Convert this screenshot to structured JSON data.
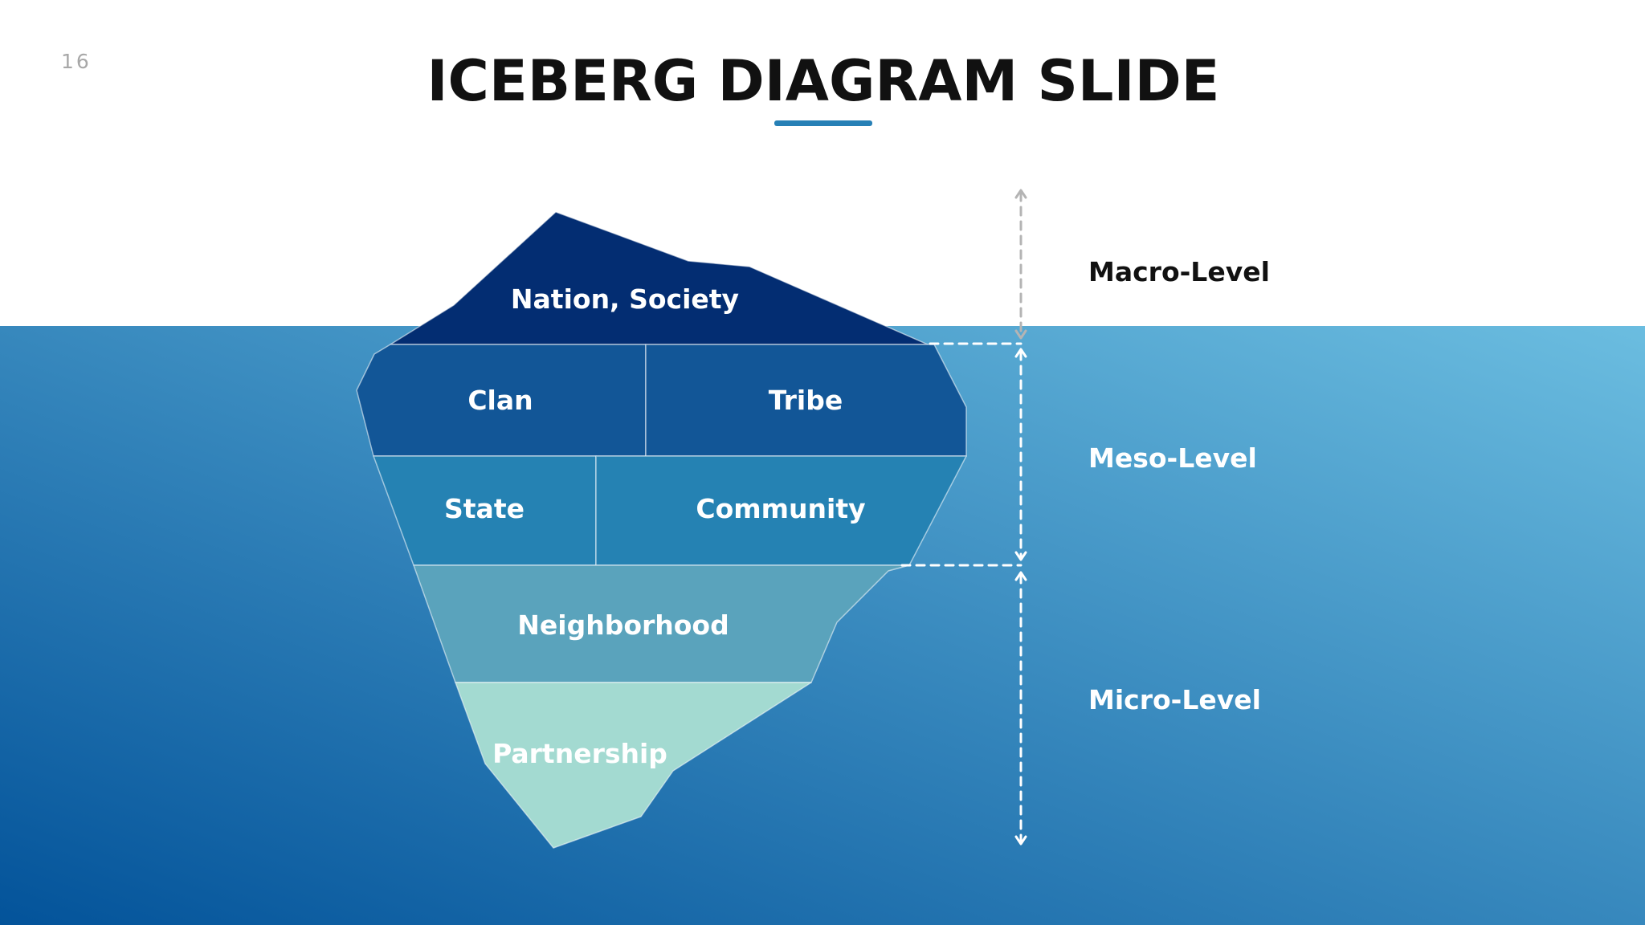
{
  "slide": {
    "page_number": "16",
    "title": "ICEBERG DIAGRAM SLIDE"
  },
  "iceberg": {
    "segments": [
      {
        "id": "nation",
        "label": "Nation, Society",
        "color": "#032d72"
      },
      {
        "id": "clan",
        "label": "Clan",
        "color": "#125697"
      },
      {
        "id": "tribe",
        "label": "Tribe",
        "color": "#125697"
      },
      {
        "id": "state",
        "label": "State",
        "color": "#2582b3"
      },
      {
        "id": "community",
        "label": "Community",
        "color": "#2582b3"
      },
      {
        "id": "neighborhood",
        "label": "Neighborhood",
        "color": "#5aa3bc"
      },
      {
        "id": "partnership",
        "label": "Partnership",
        "color": "#a3dad1"
      }
    ]
  },
  "levels": [
    {
      "label": "Macro-Level"
    },
    {
      "label": "Meso-Level"
    },
    {
      "label": "Micro-Level"
    }
  ],
  "colors": {
    "title_underline": "#2780b6",
    "water_light": "#6bbde0",
    "water_dark": "#03539a",
    "macro_text": "#111111",
    "water_text": "#ffffff"
  }
}
